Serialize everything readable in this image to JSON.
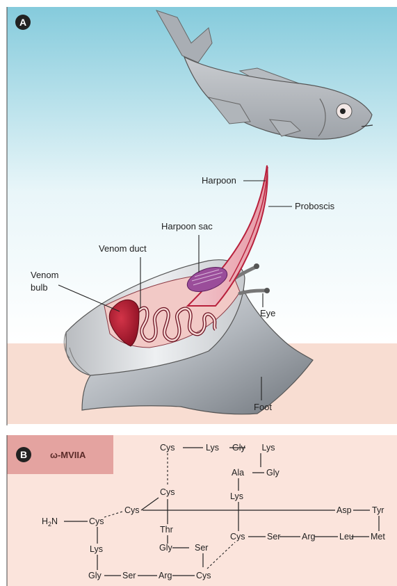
{
  "panel_a": {
    "letter": "A",
    "labels": {
      "harpoon": "Harpoon",
      "proboscis": "Proboscis",
      "harpoon_sac": "Harpoon sac",
      "venom_duct": "Venom duct",
      "venom_bulb_1": "Venom",
      "venom_bulb_2": "bulb",
      "eye": "Eye",
      "foot": "Foot"
    }
  },
  "panel_b": {
    "letter": "B",
    "peptide_name": "ω-MVIIA",
    "residues": {
      "cys_top": "Cys",
      "lys_top": "Lys",
      "gly_top": "Gly",
      "lys_top2": "Lys",
      "ala": "Ala",
      "gly_mid": "Gly",
      "lys_mid": "Lys",
      "cys_b": "Cys",
      "cys_c": "Cys",
      "h2n": "H",
      "h2n_sub": "2",
      "h2n_n": "N",
      "cys_a": "Cys",
      "asp": "Asp",
      "tyr": "Tyr",
      "thr": "Thr",
      "cys_d": "Cys",
      "ser_1": "Ser",
      "arg_1": "Arg",
      "leu": "Leu",
      "met": "Met",
      "lys_low": "Lys",
      "gly_low": "Gly",
      "ser_low": "Ser",
      "gly_bot": "Gly",
      "ser_bot": "Ser",
      "arg_bot": "Arg",
      "cys_bot": "Cys"
    }
  },
  "colors": {
    "sea_top": "#8ccfde",
    "sea_bottom": "#ffffff",
    "sand": "#f8ddd2",
    "panel_b_bg": "#fbe4dc",
    "panel_b_header": "#e4a3a0",
    "proboscis": "#b8203c",
    "venom_bulb": "#a8142a",
    "harpoon_sac": "#8a3a8c"
  }
}
